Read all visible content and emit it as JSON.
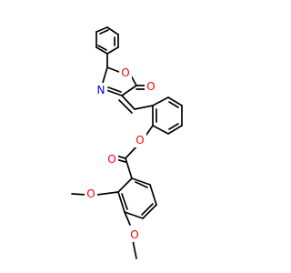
{
  "molecule": {
    "atoms": {
      "ring_oxygen": "O",
      "carbonyl_oxygen": "O",
      "ring_nitrogen": "N",
      "ester_oxygen": "O",
      "carbonyl_oxygen_ester": "O",
      "methoxy_oxygen_1": "O",
      "methoxy_oxygen_2": "O"
    },
    "colors": {
      "bond": "#000000",
      "oxygen": "#ff0000",
      "nitrogen": "#0000ff",
      "background": "#ffffff"
    }
  }
}
